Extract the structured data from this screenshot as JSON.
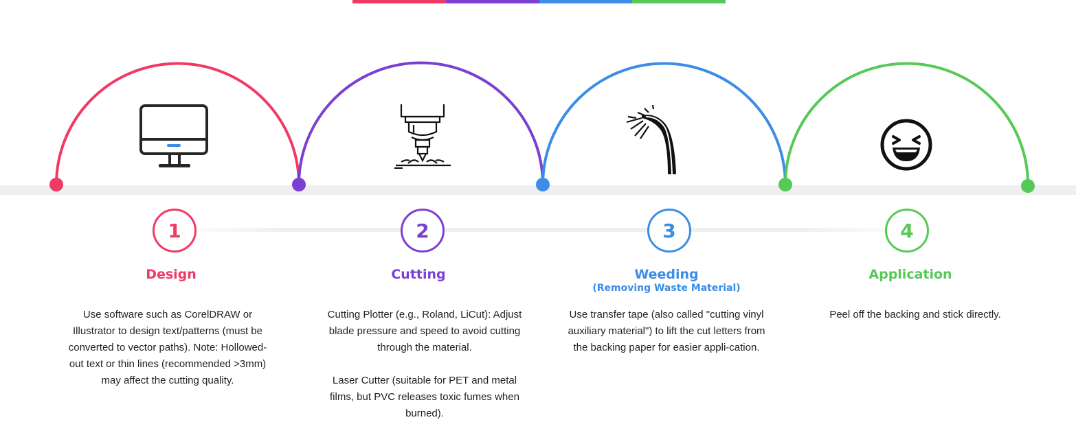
{
  "colors": {
    "step1": "#f03a63",
    "step2": "#7c40d0",
    "step3": "#3b8de6",
    "step4": "#56c957",
    "track": "#efefef"
  },
  "steps": [
    {
      "number": "1",
      "title": "Design",
      "icon": "monitor-icon",
      "desc": [
        "Use software such as CorelDRAW or Illustrator to design text/patterns (must be converted to vector paths). Note: Hollowed-out text or thin lines (recommended >3mm) may affect the cutting quality."
      ]
    },
    {
      "number": "2",
      "title": "Cutting",
      "icon": "cutting-plotter-icon",
      "desc": [
        "Cutting Plotter (e.g., Roland, LiCut): Adjust blade pressure and speed to avoid cutting through the material.",
        "Laser Cutter (suitable for PET and metal films, but PVC releases toxic fumes when burned)."
      ]
    },
    {
      "number": "3",
      "title": "Weeding",
      "subtitle": "(Removing Waste Material)",
      "icon": "weeding-tweezer-icon",
      "desc": [
        "Use transfer tape (also called \"cutting vinyl auxiliary material\") to lift the cut letters from the backing paper for easier appli-cation."
      ]
    },
    {
      "number": "4",
      "title": "Application",
      "icon": "laughing-face-icon",
      "desc": [
        "Peel off the backing and stick directly."
      ]
    }
  ]
}
